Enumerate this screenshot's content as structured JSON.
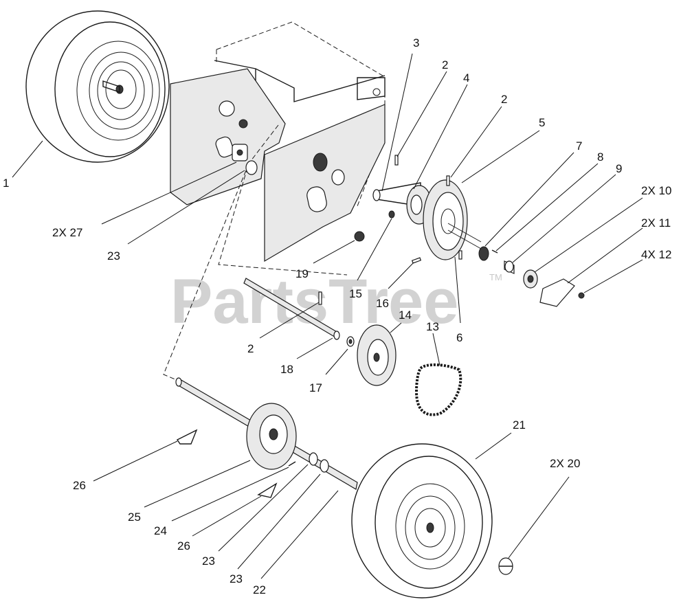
{
  "watermark": {
    "text": "PartsTree",
    "trademark": "TM"
  },
  "callouts": [
    {
      "id": "c1",
      "text": "1"
    },
    {
      "id": "c2a",
      "text": "2"
    },
    {
      "id": "c2b",
      "text": "2"
    },
    {
      "id": "c2c",
      "text": "2"
    },
    {
      "id": "c3",
      "text": "3"
    },
    {
      "id": "c4",
      "text": "4"
    },
    {
      "id": "c5",
      "text": "5"
    },
    {
      "id": "c6",
      "text": "6"
    },
    {
      "id": "c7",
      "text": "7"
    },
    {
      "id": "c8",
      "text": "8"
    },
    {
      "id": "c9",
      "text": "9"
    },
    {
      "id": "c10",
      "text": "2X 10"
    },
    {
      "id": "c11",
      "text": "2X 11"
    },
    {
      "id": "c12",
      "text": "4X 12"
    },
    {
      "id": "c13",
      "text": "13"
    },
    {
      "id": "c14",
      "text": "14"
    },
    {
      "id": "c15",
      "text": "15"
    },
    {
      "id": "c16",
      "text": "16"
    },
    {
      "id": "c17",
      "text": "17"
    },
    {
      "id": "c18",
      "text": "18"
    },
    {
      "id": "c19",
      "text": "19"
    },
    {
      "id": "c20",
      "text": "2X 20"
    },
    {
      "id": "c21",
      "text": "21"
    },
    {
      "id": "c22",
      "text": "22"
    },
    {
      "id": "c23a",
      "text": "23"
    },
    {
      "id": "c23b",
      "text": "23"
    },
    {
      "id": "c23c",
      "text": "23"
    },
    {
      "id": "c24",
      "text": "24"
    },
    {
      "id": "c25",
      "text": "25"
    },
    {
      "id": "c26a",
      "text": "26"
    },
    {
      "id": "c26b",
      "text": "26"
    },
    {
      "id": "c27",
      "text": "2X 27"
    }
  ]
}
